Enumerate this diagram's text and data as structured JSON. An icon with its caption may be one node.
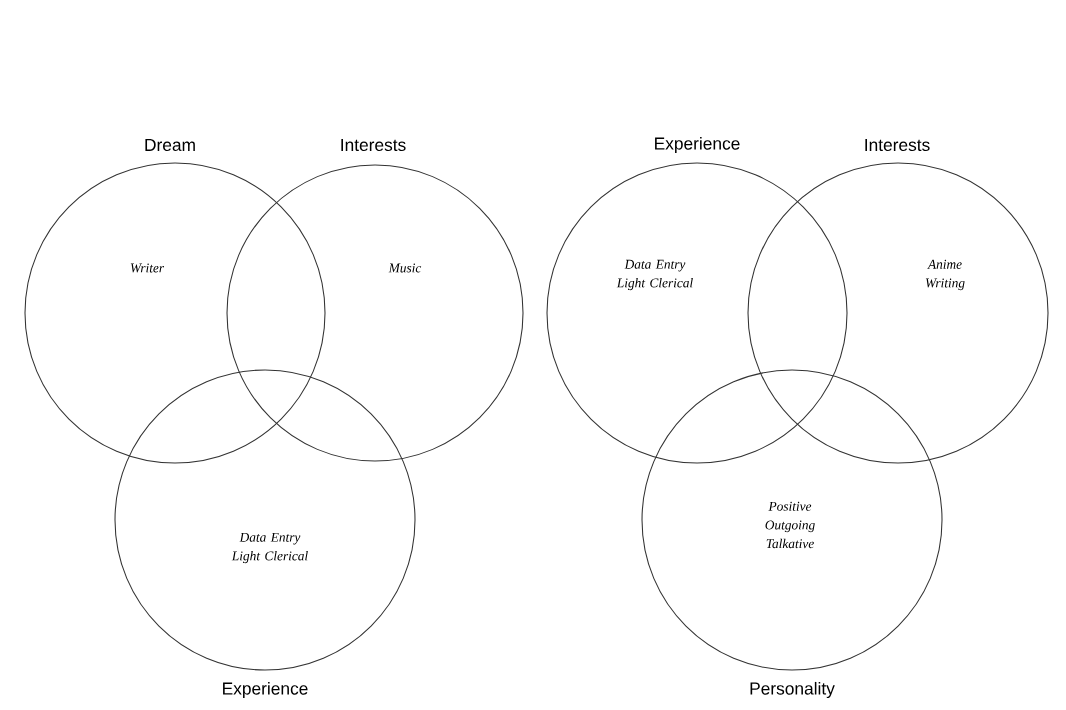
{
  "diagram": {
    "nodes": [
      {
        "text": [
          "Dream",
          "Writer"
        ]
      },
      {
        "text": [
          "Interests",
          "Music"
        ]
      },
      {
        "text": [
          "Data Entry Light Clerical",
          "Experience"
        ]
      },
      {
        "text": [
          "Experience",
          "Data Entry Light Clerical"
        ]
      },
      {
        "text": [
          "Interests",
          "Anime Writing"
        ]
      },
      {
        "text": [
          "Positive Outgoing Talkative",
          "Personality"
        ]
      }
    ]
  }
}
